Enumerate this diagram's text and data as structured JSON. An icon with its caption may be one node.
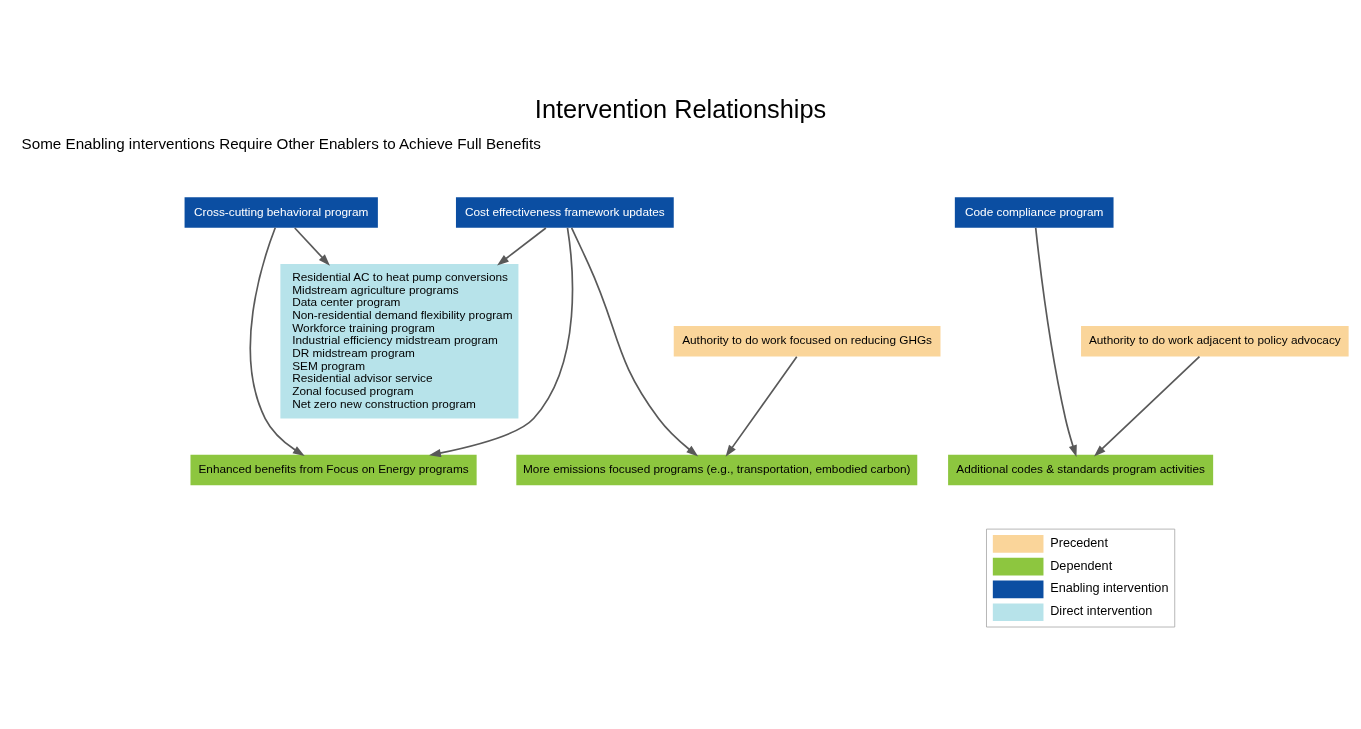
{
  "diagram": {
    "title": "Intervention Relationships",
    "nodes": [
      {
        "text": [
          "Cost effectiveness framework updates"
        ]
      },
      {
        "text": [
          "Cross-cutting behavioral program"
        ]
      },
      {
        "text": [
          "Code compliance program"
        ]
      },
      {
        "text": [
          "Residential AC to heat pump conversions",
          "Midstream agriculture programs",
          "Data center program",
          "Non-residential demand flexibility program",
          "Workforce training program",
          "Industrial efficiency midstream program",
          "DR midstream program",
          "SEM program",
          "Residential advisor service",
          "Zonal focused program",
          "Net zero new construction program"
        ]
      },
      {
        "text": [
          "Authority to do work focused on reducing GHGs"
        ]
      },
      {
        "text": [
          "Authority to do work adjacent to policy advocacy"
        ]
      },
      {
        "text": [
          "More emissions focused programs (e.g., transportation, embodied carbon)"
        ]
      },
      {
        "text": [
          "Enhanced benefits from Focus on Energy programs"
        ]
      },
      {
        "text": [
          "Additional codes & standards program activities"
        ]
      }
    ],
    "edges": [
      {
        "from": 0,
        "to": 3,
        "arrow": "to"
      },
      {
        "from": 1,
        "to": 3,
        "arrow": "to"
      },
      {
        "from": 0,
        "to": 6,
        "arrow": "to"
      },
      {
        "from": 4,
        "to": 6,
        "arrow": "to"
      },
      {
        "from": 0,
        "to": 7,
        "arrow": "to"
      },
      {
        "from": 1,
        "to": 7,
        "arrow": "to"
      },
      {
        "from": 2,
        "to": 8,
        "arrow": "to"
      },
      {
        "from": 5,
        "to": 8,
        "arrow": "to"
      }
    ],
    "labels": [
      "Some Enabling interventions Require Other Enablers to Achieve Full Benefits"
    ],
    "legend": [
      {
        "text": "Precedent",
        "color": "#fad59a"
      },
      {
        "text": "Dependent",
        "color": "#8dc63f"
      },
      {
        "text": "Enabling intervention",
        "color": "#0b4ea2"
      },
      {
        "text": "Direct intervention",
        "color": "#b7e3ea"
      }
    ]
  }
}
